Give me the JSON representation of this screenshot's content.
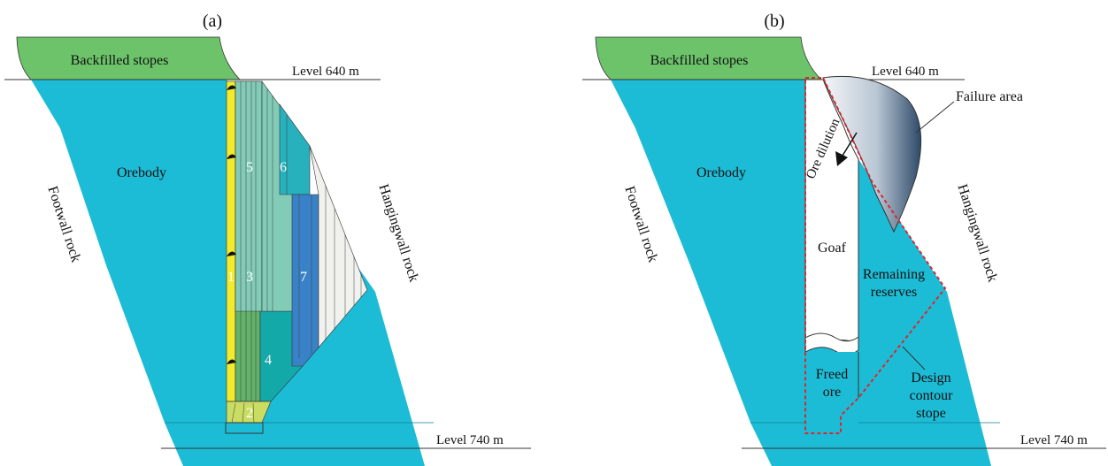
{
  "panel_a": {
    "label": "(a)",
    "backfilled": "Backfilled stopes",
    "level_top": "Level 640 m",
    "level_bottom": "Level 740 m",
    "orebody": "Orebody",
    "footwall": "Footwall rock",
    "hangingwall": "Hangingwall rock",
    "stopes": [
      "1",
      "2",
      "3",
      "4",
      "5",
      "6",
      "7"
    ]
  },
  "panel_b": {
    "label": "(b)",
    "backfilled": "Backfilled stopes",
    "level_top": "Level 640 m",
    "level_bottom": "Level 740 m",
    "orebody": "Orebody",
    "footwall": "Footwall rock",
    "hangingwall": "Hangingwall rock",
    "failure": "Failure area",
    "dilution": "Ore dilution",
    "goaf": "Goaf",
    "remaining_1": "Remaining",
    "remaining_2": "reserves",
    "freed_1": "Freed",
    "freed_2": "ore",
    "design_1": "Design",
    "design_2": "contour",
    "design_3": "stope"
  },
  "colors": {
    "orebody": "#1dbcd6",
    "backfill": "#6cc36a",
    "stope1": "#f2ea2a",
    "stope2": "#c9dd63",
    "stope3": "#63b36a",
    "stope4": "#14a9a9",
    "stope5": "#82ccb7",
    "stope6": "#27b1bd",
    "stope7": "#3a82c8",
    "outline": "#d9282f"
  }
}
